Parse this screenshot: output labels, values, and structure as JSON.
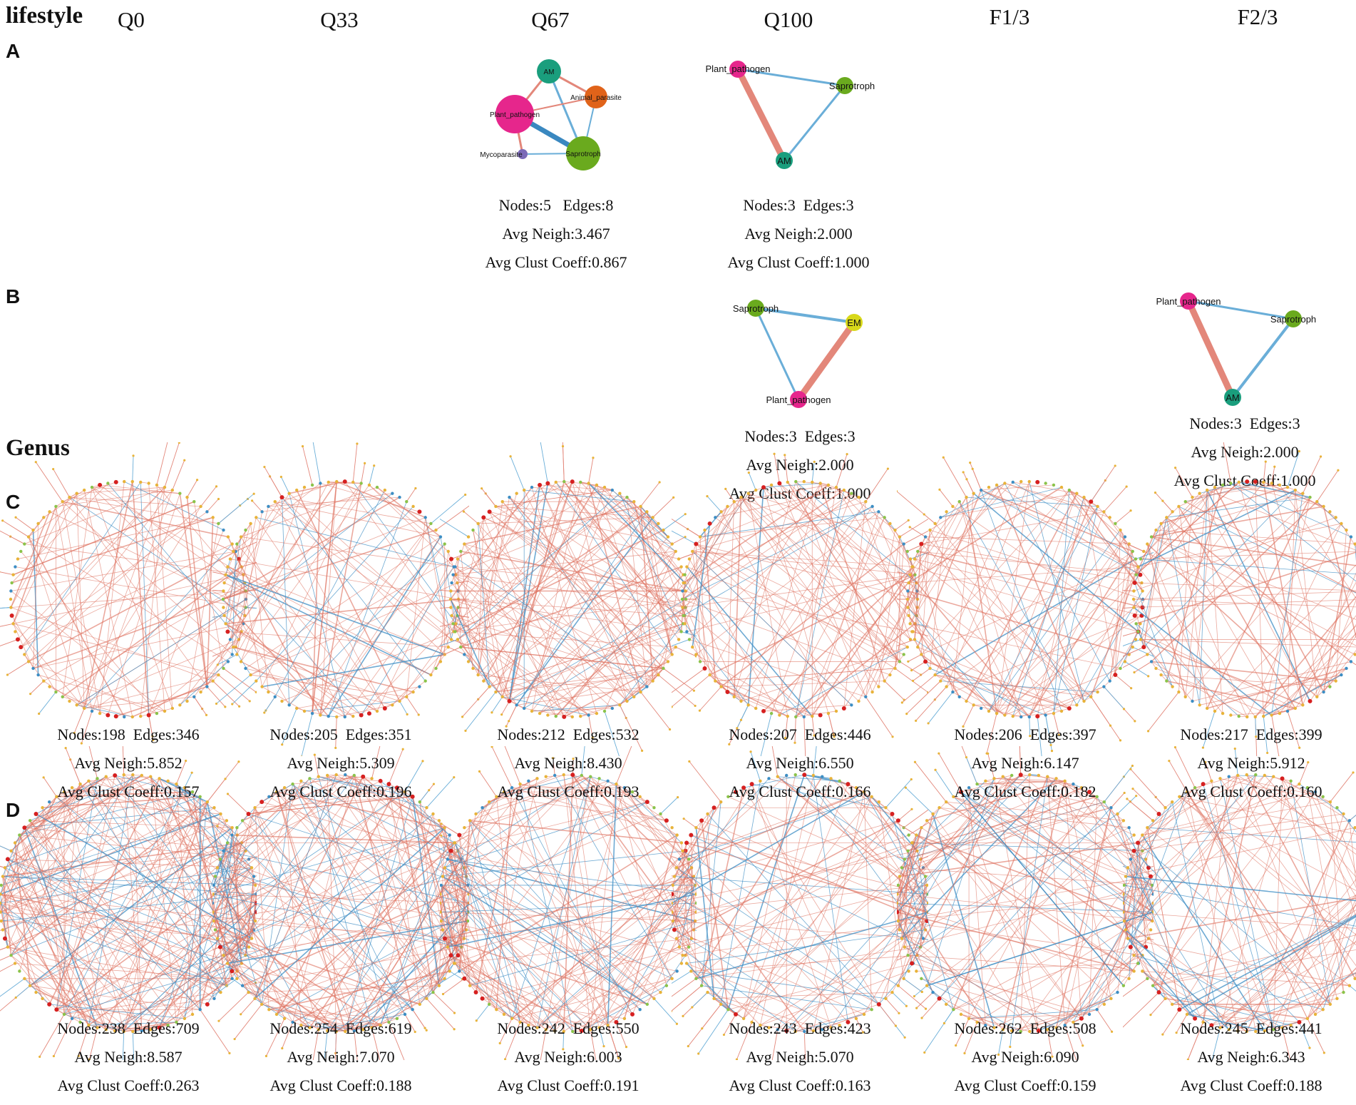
{
  "titles": {
    "lifestyle": "lifestyle",
    "genus": "Genus"
  },
  "columns": [
    "Q0",
    "Q33",
    "Q67",
    "Q100",
    "F1/3",
    "F2/3"
  ],
  "row_letters": [
    "A",
    "B",
    "C",
    "D"
  ],
  "stat_labels": {
    "nodes": "Nodes:",
    "edges": "Edges:",
    "neigh": "Avg Neigh:",
    "clust": "Avg Clust Coeff:"
  },
  "colors": {
    "plant_pathogen": "#e6268c",
    "am": "#1a9e7d",
    "animal_parasite": "#e0631a",
    "saprotroph": "#6aaa1e",
    "mycoparasite": "#7b6ab8",
    "em": "#d8d81a",
    "positive_edge": "#e3877a",
    "negative_edge": "#3d8ec4"
  },
  "networks": {
    "A_Q67": {
      "nodes": [
        {
          "id": "AM",
          "label": "AM",
          "color": "#1a9e7d",
          "r": 17
        },
        {
          "id": "Animal_parasite",
          "label": "Animal_parasite",
          "color": "#e0631a",
          "r": 16
        },
        {
          "id": "Plant_pathogen",
          "label": "Plant_pathogen",
          "color": "#e6268c",
          "r": 27
        },
        {
          "id": "Saprotroph",
          "label": "Saprotroph",
          "color": "#6aaa1e",
          "r": 24
        },
        {
          "id": "Mycoparasite",
          "label": "Mycoparasite",
          "color": "#7b6ab8",
          "r": 7
        }
      ],
      "edges": [
        {
          "a": "AM",
          "b": "Plant_pathogen",
          "type": "pos",
          "w": 3
        },
        {
          "a": "AM",
          "b": "Animal_parasite",
          "type": "pos",
          "w": 3
        },
        {
          "a": "AM",
          "b": "Saprotroph",
          "type": "neg",
          "w": 3
        },
        {
          "a": "Plant_pathogen",
          "b": "Animal_parasite",
          "type": "pos",
          "w": 2
        },
        {
          "a": "Plant_pathogen",
          "b": "Saprotroph",
          "type": "neg",
          "w": 7
        },
        {
          "a": "Plant_pathogen",
          "b": "Mycoparasite",
          "type": "pos",
          "w": 3
        },
        {
          "a": "Animal_parasite",
          "b": "Saprotroph",
          "type": "neg",
          "w": 2
        },
        {
          "a": "Mycoparasite",
          "b": "Saprotroph",
          "type": "neg",
          "w": 2
        }
      ],
      "stats": {
        "nodes": "5",
        "edges": "8",
        "neigh": "3.467",
        "clust": "0.867"
      }
    },
    "A_Q100": {
      "nodes": [
        {
          "id": "Plant_pathogen",
          "label": "Plant_pathogen",
          "color": "#e6268c",
          "r": 12
        },
        {
          "id": "Saprotroph",
          "label": "Saprotroph",
          "color": "#6aaa1e",
          "r": 12
        },
        {
          "id": "AM",
          "label": "AM",
          "color": "#1a9e7d",
          "r": 12
        }
      ],
      "edges": [
        {
          "a": "Plant_pathogen",
          "b": "Saprotroph",
          "type": "neg",
          "w": 3
        },
        {
          "a": "Saprotroph",
          "b": "AM",
          "type": "neg",
          "w": 3
        },
        {
          "a": "Plant_pathogen",
          "b": "AM",
          "type": "pos",
          "w": 9
        }
      ],
      "stats": {
        "nodes": "3",
        "edges": "3",
        "neigh": "2.000",
        "clust": "1.000"
      }
    },
    "B_Q100": {
      "nodes": [
        {
          "id": "Saprotroph",
          "label": "Saprotroph",
          "color": "#6aaa1e",
          "r": 12
        },
        {
          "id": "EM",
          "label": "EM",
          "color": "#d8d81a",
          "r": 12
        },
        {
          "id": "Plant_pathogen",
          "label": "Plant_pathogen",
          "color": "#e6268c",
          "r": 12
        }
      ],
      "edges": [
        {
          "a": "Saprotroph",
          "b": "EM",
          "type": "neg",
          "w": 4
        },
        {
          "a": "Saprotroph",
          "b": "Plant_pathogen",
          "type": "neg",
          "w": 3
        },
        {
          "a": "EM",
          "b": "Plant_pathogen",
          "type": "pos",
          "w": 9
        }
      ],
      "stats": {
        "nodes": "3",
        "edges": "3",
        "neigh": "2.000",
        "clust": "1.000"
      }
    },
    "B_F23": {
      "nodes": [
        {
          "id": "Plant_pathogen",
          "label": "Plant_pathogen",
          "color": "#e6268c",
          "r": 12
        },
        {
          "id": "Saprotroph",
          "label": "Saprotroph",
          "color": "#6aaa1e",
          "r": 12
        },
        {
          "id": "AM",
          "label": "AM",
          "color": "#1a9e7d",
          "r": 12
        }
      ],
      "edges": [
        {
          "a": "Plant_pathogen",
          "b": "Saprotroph",
          "type": "neg",
          "w": 3
        },
        {
          "a": "Saprotroph",
          "b": "AM",
          "type": "neg",
          "w": 4
        },
        {
          "a": "Plant_pathogen",
          "b": "AM",
          "type": "pos",
          "w": 9
        }
      ],
      "stats": {
        "nodes": "3",
        "edges": "3",
        "neigh": "2.000",
        "clust": "1.000"
      }
    }
  },
  "genus_C": [
    {
      "nodes": "198",
      "edges": "346",
      "neigh": "5.852",
      "clust": "0.157"
    },
    {
      "nodes": "205",
      "edges": "351",
      "neigh": "5.309",
      "clust": "0.196"
    },
    {
      "nodes": "212",
      "edges": "532",
      "neigh": "8.430",
      "clust": "0.193"
    },
    {
      "nodes": "207",
      "edges": "446",
      "neigh": "6.550",
      "clust": "0.166"
    },
    {
      "nodes": "206",
      "edges": "397",
      "neigh": "6.147",
      "clust": "0.182"
    },
    {
      "nodes": "217",
      "edges": "399",
      "neigh": "5.912",
      "clust": "0.160"
    }
  ],
  "genus_D": [
    {
      "nodes": "238",
      "edges": "709",
      "neigh": "8.587",
      "clust": "0.263"
    },
    {
      "nodes": "254",
      "edges": "619",
      "neigh": "7.070",
      "clust": "0.188"
    },
    {
      "nodes": "242",
      "edges": "550",
      "neigh": "6.003",
      "clust": "0.191"
    },
    {
      "nodes": "243",
      "edges": "423",
      "neigh": "5.070",
      "clust": "0.163"
    },
    {
      "nodes": "262",
      "edges": "508",
      "neigh": "6.090",
      "clust": "0.159"
    },
    {
      "nodes": "245",
      "edges": "441",
      "neigh": "6.343",
      "clust": "0.188"
    }
  ]
}
